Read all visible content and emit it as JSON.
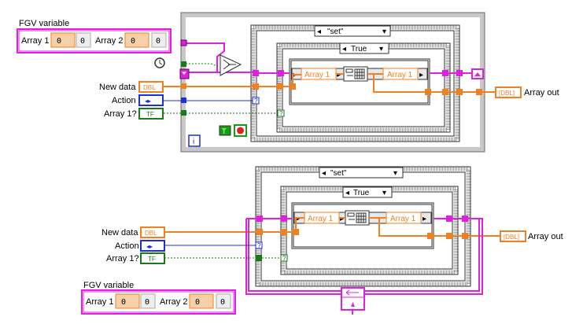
{
  "colors": {
    "orange": "#f08020",
    "pink": "#e020e0",
    "blue": "#1c2fd8",
    "green": "#1a7a1a",
    "frame_gray": "#6a6a6a",
    "struct_border": "#505050",
    "green_bool": "#10a010"
  },
  "top": {
    "fgv_label": "FGV variable",
    "cluster": {
      "item1_label": "Array 1",
      "item1_index": "0",
      "item1_value": "0",
      "item2_label": "Array 2",
      "item2_index": "0",
      "item2_value": "0"
    },
    "case_outer": "\"set\"",
    "case_inner": "True",
    "node_in": "Array 1",
    "node_out": "Array 1",
    "new_data_label": "New data",
    "new_data_type": "DBL",
    "action_label": "Action",
    "action_type": "◂▸",
    "array1q_label": "Array 1?",
    "array1q_type": "TF",
    "array_out_label": "Array out",
    "array_out_type": "[DBL]",
    "iteration_label": "i",
    "stop_label": "T",
    "clock_icon": "clock-icon"
  },
  "bottom": {
    "fgv_label": "FGV variable",
    "cluster": {
      "item1_label": "Array 1",
      "item1_index": "0",
      "item1_value": "0",
      "item2_label": "Array 2",
      "item2_index": "0",
      "item2_value": "0"
    },
    "case_outer": "\"set\"",
    "case_inner": "True",
    "node_in": "Array 1",
    "node_out": "Array 1",
    "new_data_label": "New data",
    "new_data_type": "DBL",
    "action_label": "Action",
    "action_type": "◂▸",
    "array1q_label": "Array 1?",
    "array1q_type": "TF",
    "array_out_label": "Array out",
    "array_out_type": "[DBL]"
  }
}
